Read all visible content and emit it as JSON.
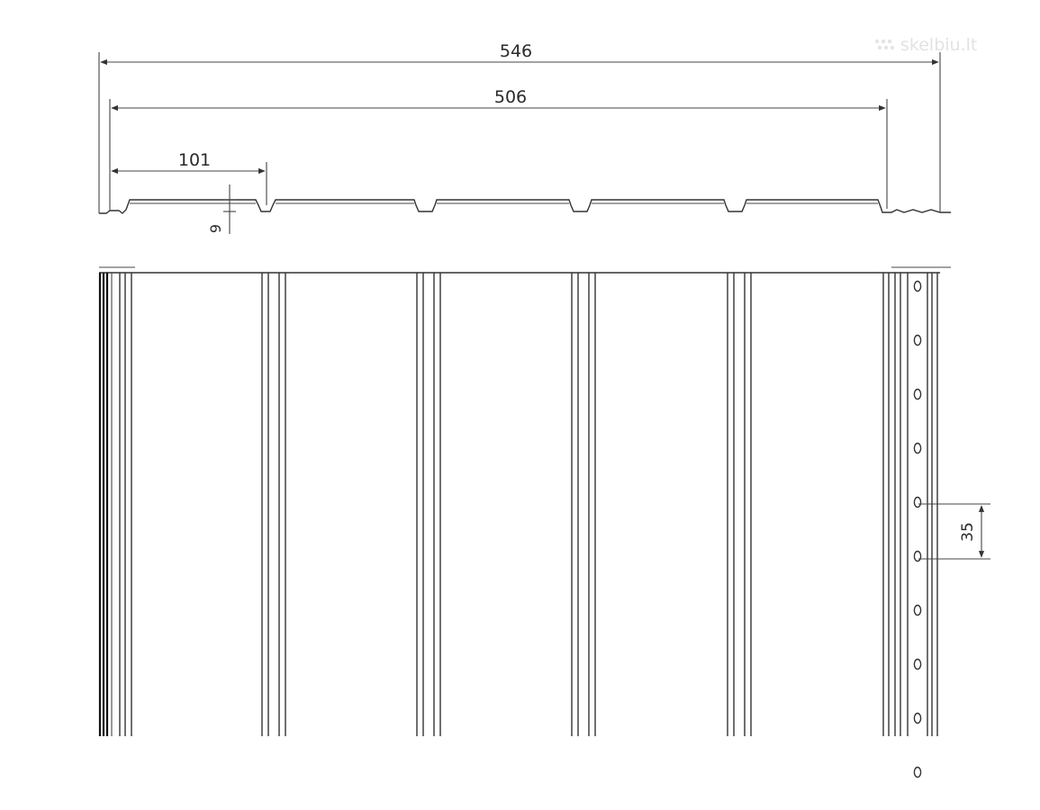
{
  "watermark": "skelbiu.lt",
  "dimensions": {
    "total_width": "546",
    "effective_width": "506",
    "rib_spacing": "101",
    "rib_depth": "9",
    "hole_spacing": "35"
  },
  "colors": {
    "line": "#333333",
    "background": "#ffffff",
    "watermark": "#e2e2e2"
  }
}
